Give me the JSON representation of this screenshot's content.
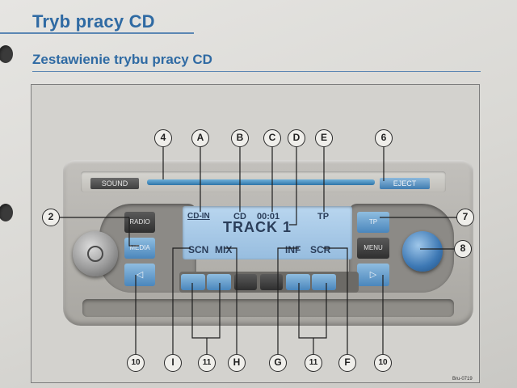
{
  "title": "Tryb pracy CD",
  "subtitle": "Zestawienie trybu pracy CD",
  "buttons": {
    "sound": "SOUND",
    "eject": "EJECT",
    "radio": "RADIO",
    "media": "MEDIA",
    "tp": "TP",
    "menu": "MENU",
    "left_arrow": "◁",
    "right_arrow": "▷"
  },
  "display": {
    "cd_in": "CD-IN",
    "cd": "CD",
    "time": "00:01",
    "tp": "TP",
    "track": "TRACK 1",
    "scn": "SCN",
    "mix": "MIX",
    "inf": "INF",
    "scr": "SCR"
  },
  "callouts": {
    "n4": "4",
    "A": "A",
    "B": "B",
    "C": "C",
    "D": "D",
    "E": "E",
    "n6": "6",
    "n2": "2",
    "n7": "7",
    "n8": "8",
    "n10_left": "10",
    "I": "I",
    "n11_left": "11",
    "H": "H",
    "G": "G",
    "n11_right": "11",
    "F": "F",
    "n10_right": "10"
  },
  "figure_code": "Bru-0719"
}
